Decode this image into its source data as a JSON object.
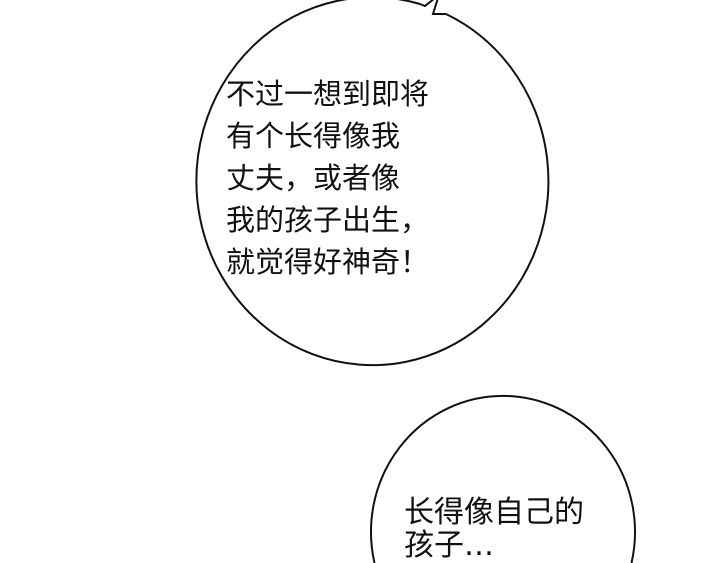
{
  "bubble1": {
    "lines": [
      "不过一想到即将",
      "有个长得像我",
      "丈夫，或者像",
      "我的孩子出生，",
      "就觉得好神奇！"
    ]
  },
  "bubble2": {
    "lines": [
      "长得像自己的",
      "孩子…"
    ]
  }
}
